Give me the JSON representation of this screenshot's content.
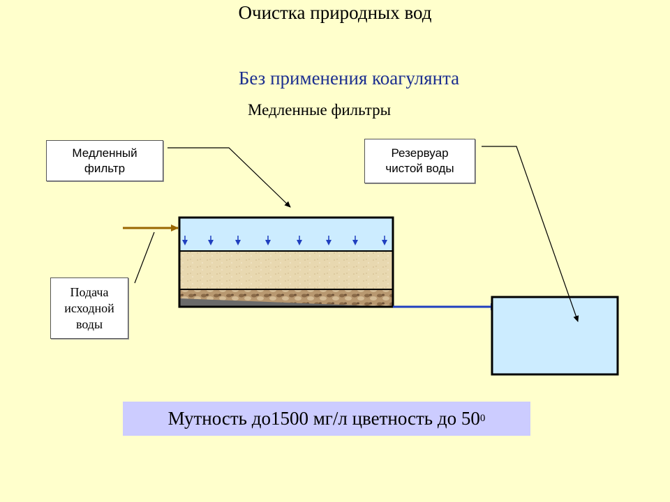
{
  "title": "Очистка природных вод",
  "subtitle": "Без применения коагулянта",
  "subtitle2": "Медленные фильтры",
  "labels": {
    "filter_line1": "Медленный",
    "filter_line2": "фильтр",
    "reservoir_line1": "Резервуар",
    "reservoir_line2": "чистой воды",
    "supply_line1": "Подача",
    "supply_line2": "исходной",
    "supply_line3": "воды"
  },
  "bottom_text": "Мутность до1500 мг/л цветность до 50",
  "bottom_superscript": "0",
  "colors": {
    "background": "#FFFFCC",
    "water": "#CCECFF",
    "sand": "#E8D8B0",
    "gravel": "#A08060",
    "flow_arrow": "#1F3FBF",
    "inlet_arrow": "#996600",
    "bottom_bar": "#CCCCFF"
  }
}
